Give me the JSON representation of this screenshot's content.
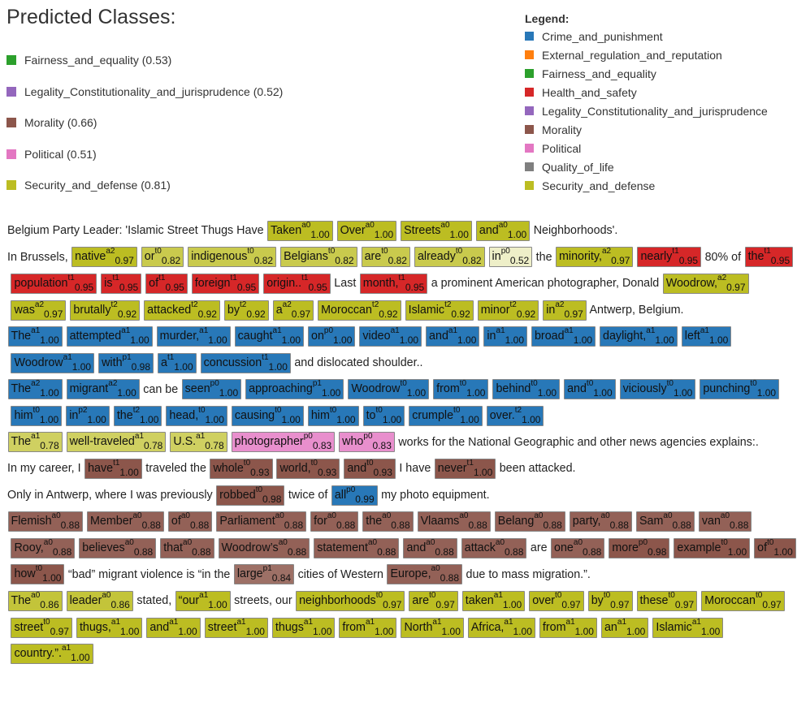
{
  "colors": {
    "Crime": "#2878b8",
    "External": "#ff7f0e",
    "Fairness": "#2ca02c",
    "Health": "#d62728",
    "Legality": "#9467bd",
    "Morality": "#8c564b",
    "Political": "#e377c2",
    "Quality": "#7f7f7f",
    "Security": "#bcbd22"
  },
  "predicted": {
    "title": "Predicted Classes:",
    "items": [
      {
        "label": "Fairness_and_equality (0.53)",
        "color": "#2ca02c"
      },
      {
        "label": "Legality_Constitutionality_and_jurisprudence (0.52)",
        "color": "#9467bd"
      },
      {
        "label": "Morality (0.66)",
        "color": "#8c564b"
      },
      {
        "label": "Political (0.51)",
        "color": "#e377c2"
      },
      {
        "label": "Security_and_defense (0.81)",
        "color": "#bcbd22"
      }
    ]
  },
  "legend": {
    "title": "Legend:",
    "items": [
      {
        "label": "Crime_and_punishment",
        "color": "#2878b8"
      },
      {
        "label": "External_regulation_and_reputation",
        "color": "#ff7f0e"
      },
      {
        "label": "Fairness_and_equality",
        "color": "#2ca02c"
      },
      {
        "label": "Health_and_safety",
        "color": "#d62728"
      },
      {
        "label": "Legality_Constitutionality_and_jurisprudence",
        "color": "#9467bd"
      },
      {
        "label": "Morality",
        "color": "#8c564b"
      },
      {
        "label": "Political",
        "color": "#e377c2"
      },
      {
        "label": "Quality_of_life",
        "color": "#7f7f7f"
      },
      {
        "label": "Security_and_defense",
        "color": "#bcbd22"
      }
    ]
  },
  "doc": [
    [
      "Belgium Party Leader: 'Islamic Street Thugs Have ",
      [
        "Taken",
        "a",
        "0",
        "1.00",
        "Security"
      ],
      " ",
      [
        "Over",
        "a",
        "0",
        "1.00",
        "Security"
      ],
      " ",
      [
        "Streets",
        "a",
        "0",
        "1.00",
        "Security"
      ],
      " ",
      [
        "and",
        "a",
        "0",
        "1.00",
        "Security"
      ],
      " Neighborhoods'."
    ],
    [
      "In Brussels, ",
      [
        "native",
        "a",
        "2",
        "0.97",
        "Security"
      ],
      " ",
      [
        "or",
        "t",
        "0",
        "0.82",
        "Security"
      ],
      " ",
      [
        "indigenous",
        "t",
        "0",
        "0.82",
        "Security"
      ],
      " ",
      [
        "Belgians",
        "t",
        "0",
        "0.82",
        "Security"
      ],
      " ",
      [
        "are",
        "t",
        "0",
        "0.82",
        "Security"
      ],
      " ",
      [
        "already",
        "t",
        "0",
        "0.82",
        "Security"
      ],
      " ",
      [
        "in",
        "p",
        "0",
        "0.52",
        "Security"
      ],
      " the ",
      [
        "minority,",
        "a",
        "2",
        "0.97",
        "Security"
      ],
      " ",
      [
        "nearly",
        "t",
        "1",
        "0.95",
        "Health"
      ],
      " 80% of ",
      [
        "the",
        "t",
        "1",
        "0.95",
        "Health"
      ],
      " ",
      [
        "population",
        "t",
        "1",
        "0.95",
        "Health"
      ],
      " ",
      [
        "is",
        "t",
        "1",
        "0.95",
        "Health"
      ],
      " ",
      [
        "of",
        "t",
        "1",
        "0.95",
        "Health"
      ],
      " ",
      [
        "foreign",
        "t",
        "1",
        "0.95",
        "Health"
      ],
      " ",
      [
        "origin..",
        "t",
        "1",
        "0.95",
        "Health"
      ],
      " Last ",
      [
        "month,",
        "t",
        "1",
        "0.95",
        "Health"
      ],
      " a prominent American photographer, Donald ",
      [
        "Woodrow,",
        "a",
        "2",
        "0.97",
        "Security"
      ],
      " ",
      [
        "was",
        "a",
        "2",
        "0.97",
        "Security"
      ],
      " ",
      [
        "brutally",
        "t",
        "2",
        "0.92",
        "Security"
      ],
      " ",
      [
        "attacked",
        "t",
        "2",
        "0.92",
        "Security"
      ],
      " ",
      [
        "by",
        "t",
        "2",
        "0.92",
        "Security"
      ],
      " ",
      [
        "a",
        "a",
        "2",
        "0.97",
        "Security"
      ],
      " ",
      [
        "Moroccan",
        "t",
        "2",
        "0.92",
        "Security"
      ],
      " ",
      [
        "Islamic",
        "t",
        "2",
        "0.92",
        "Security"
      ],
      " ",
      [
        "minor",
        "t",
        "2",
        "0.92",
        "Security"
      ],
      " ",
      [
        "in",
        "a",
        "2",
        "0.97",
        "Security"
      ],
      " Antwerp, Belgium."
    ],
    [
      [
        "The",
        "a",
        "1",
        "1.00",
        "Crime"
      ],
      " ",
      [
        "attempted",
        "a",
        "1",
        "1.00",
        "Crime"
      ],
      " ",
      [
        "murder,",
        "a",
        "1",
        "1.00",
        "Crime"
      ],
      " ",
      [
        "caught",
        "a",
        "1",
        "1.00",
        "Crime"
      ],
      " ",
      [
        "on",
        "p",
        "0",
        "1.00",
        "Crime"
      ],
      " ",
      [
        "video",
        "a",
        "1",
        "1.00",
        "Crime"
      ],
      " ",
      [
        "and",
        "a",
        "1",
        "1.00",
        "Crime"
      ],
      " ",
      [
        "in",
        "a",
        "1",
        "1.00",
        "Crime"
      ],
      " ",
      [
        "broad",
        "a",
        "1",
        "1.00",
        "Crime"
      ],
      " ",
      [
        "daylight,",
        "a",
        "1",
        "1.00",
        "Crime"
      ],
      " ",
      [
        "left",
        "a",
        "1",
        "1.00",
        "Crime"
      ],
      " ",
      [
        "Woodrow",
        "a",
        "1",
        "1.00",
        "Crime"
      ],
      " ",
      [
        "with",
        "p",
        "1",
        "0.98",
        "Crime"
      ],
      " ",
      [
        "a",
        "t",
        "1",
        "1.00",
        "Crime"
      ],
      " ",
      [
        "concussion",
        "t",
        "1",
        "1.00",
        "Crime"
      ],
      " and dislocated shoulder.."
    ],
    [
      [
        "The",
        "a",
        "2",
        "1.00",
        "Crime"
      ],
      " ",
      [
        "migrant",
        "a",
        "2",
        "1.00",
        "Crime"
      ],
      " can be ",
      [
        "seen",
        "p",
        "0",
        "1.00",
        "Crime"
      ],
      " ",
      [
        "approaching",
        "p",
        "1",
        "1.00",
        "Crime"
      ],
      " ",
      [
        "Woodrow",
        "t",
        "0",
        "1.00",
        "Crime"
      ],
      " ",
      [
        "from",
        "t",
        "0",
        "1.00",
        "Crime"
      ],
      " ",
      [
        "behind",
        "t",
        "0",
        "1.00",
        "Crime"
      ],
      " ",
      [
        "and",
        "t",
        "0",
        "1.00",
        "Crime"
      ],
      " ",
      [
        "viciously",
        "t",
        "0",
        "1.00",
        "Crime"
      ],
      " ",
      [
        "punching",
        "t",
        "0",
        "1.00",
        "Crime"
      ],
      " ",
      [
        "him",
        "t",
        "0",
        "1.00",
        "Crime"
      ],
      " ",
      [
        "in",
        "p",
        "2",
        "1.00",
        "Crime"
      ],
      " ",
      [
        "the",
        "t",
        "2",
        "1.00",
        "Crime"
      ],
      " ",
      [
        "head,",
        "t",
        "0",
        "1.00",
        "Crime"
      ],
      " ",
      [
        "causing",
        "t",
        "0",
        "1.00",
        "Crime"
      ],
      " ",
      [
        "him",
        "t",
        "0",
        "1.00",
        "Crime"
      ],
      " ",
      [
        "to",
        "t",
        "0",
        "1.00",
        "Crime"
      ],
      " ",
      [
        "crumple",
        "t",
        "0",
        "1.00",
        "Crime"
      ],
      " ",
      [
        "over.",
        "t",
        "2",
        "1.00",
        "Crime"
      ]
    ],
    [
      [
        "The",
        "a",
        "1",
        "0.78",
        "Security"
      ],
      " ",
      [
        "well-traveled",
        "a",
        "1",
        "0.78",
        "Security"
      ],
      " ",
      [
        "U.S.",
        "a",
        "1",
        "0.78",
        "Security"
      ],
      " ",
      [
        "photographer",
        "p",
        "0",
        "0.83",
        "Political"
      ],
      " ",
      [
        "who",
        "p",
        "0",
        "0.83",
        "Political"
      ],
      " works for the National Geographic and other news agencies explains:."
    ],
    [
      "In my career, I ",
      [
        "have",
        "t",
        "1",
        "1.00",
        "Morality"
      ],
      " traveled the ",
      [
        "whole",
        "t",
        "0",
        "0.93",
        "Morality"
      ],
      " ",
      [
        "world,",
        "t",
        "0",
        "0.93",
        "Morality"
      ],
      " ",
      [
        "and",
        "t",
        "0",
        "0.93",
        "Morality"
      ],
      " I have ",
      [
        "never",
        "t",
        "1",
        "1.00",
        "Morality"
      ],
      " been attacked."
    ],
    [
      "Only in Antwerp, where I was previously ",
      [
        "robbed",
        "t",
        "0",
        "0.98",
        "Morality"
      ],
      " twice of ",
      [
        "all",
        "p",
        "0",
        "0.99",
        "Crime"
      ],
      " my photo equipment."
    ],
    [
      [
        "Flemish",
        "a",
        "0",
        "0.88",
        "Morality"
      ],
      " ",
      [
        "Member",
        "a",
        "0",
        "0.88",
        "Morality"
      ],
      " ",
      [
        "of",
        "a",
        "0",
        "0.88",
        "Morality"
      ],
      " ",
      [
        "Parliament",
        "a",
        "0",
        "0.88",
        "Morality"
      ],
      " ",
      [
        "for",
        "a",
        "0",
        "0.88",
        "Morality"
      ],
      " ",
      [
        "the",
        "a",
        "0",
        "0.88",
        "Morality"
      ],
      " ",
      [
        "Vlaams",
        "a",
        "0",
        "0.88",
        "Morality"
      ],
      " ",
      [
        "Belang",
        "a",
        "0",
        "0.88",
        "Morality"
      ],
      " ",
      [
        "party,",
        "a",
        "0",
        "0.88",
        "Morality"
      ],
      " ",
      [
        "Sam",
        "a",
        "0",
        "0.88",
        "Morality"
      ],
      " ",
      [
        "van",
        "a",
        "0",
        "0.88",
        "Morality"
      ],
      " ",
      [
        "Rooy,",
        "a",
        "0",
        "0.88",
        "Morality"
      ],
      " ",
      [
        "believes",
        "a",
        "0",
        "0.88",
        "Morality"
      ],
      " ",
      [
        "that",
        "a",
        "0",
        "0.88",
        "Morality"
      ],
      " ",
      [
        "Woodrow’s",
        "a",
        "0",
        "0.88",
        "Morality"
      ],
      " ",
      [
        "statement",
        "a",
        "0",
        "0.88",
        "Morality"
      ],
      " ",
      [
        "and",
        "a",
        "0",
        "0.88",
        "Morality"
      ],
      " ",
      [
        "attack",
        "a",
        "0",
        "0.88",
        "Morality"
      ],
      " are ",
      [
        "one",
        "a",
        "0",
        "0.88",
        "Morality"
      ],
      " ",
      [
        "more",
        "p",
        "0",
        "0.98",
        "Morality"
      ],
      " ",
      [
        "example",
        "t",
        "0",
        "1.00",
        "Morality"
      ],
      " ",
      [
        "of",
        "t",
        "0",
        "1.00",
        "Morality"
      ],
      " ",
      [
        "how",
        "t",
        "0",
        "1.00",
        "Morality"
      ],
      " “bad” migrant violence is “in the ",
      [
        "large",
        "p",
        "1",
        "0.84",
        "Morality"
      ],
      " cities of Western ",
      [
        "Europe,",
        "a",
        "0",
        "0.88",
        "Morality"
      ],
      " due to mass migration.”."
    ],
    [
      [
        "The",
        "a",
        "0",
        "0.86",
        "Security"
      ],
      " ",
      [
        "leader",
        "a",
        "0",
        "0.86",
        "Security"
      ],
      " stated, ",
      [
        "“our",
        "a",
        "1",
        "1.00",
        "Security"
      ],
      " streets, our ",
      [
        "neighborhoods",
        "t",
        "0",
        "0.97",
        "Security"
      ],
      " ",
      [
        "are",
        "t",
        "0",
        "0.97",
        "Security"
      ],
      " ",
      [
        "taken",
        "a",
        "1",
        "1.00",
        "Security"
      ],
      " ",
      [
        "over",
        "t",
        "0",
        "0.97",
        "Security"
      ],
      " ",
      [
        "by",
        "t",
        "0",
        "0.97",
        "Security"
      ],
      " ",
      [
        "these",
        "t",
        "0",
        "0.97",
        "Security"
      ],
      " ",
      [
        "Moroccan",
        "t",
        "0",
        "0.97",
        "Security"
      ],
      " ",
      [
        "street",
        "t",
        "0",
        "0.97",
        "Security"
      ],
      " ",
      [
        "thugs,",
        "a",
        "1",
        "1.00",
        "Security"
      ],
      " ",
      [
        "and",
        "a",
        "1",
        "1.00",
        "Security"
      ],
      " ",
      [
        "street",
        "a",
        "1",
        "1.00",
        "Security"
      ],
      " ",
      [
        "thugs",
        "a",
        "1",
        "1.00",
        "Security"
      ],
      " ",
      [
        "from",
        "a",
        "1",
        "1.00",
        "Security"
      ],
      " ",
      [
        "North",
        "a",
        "1",
        "1.00",
        "Security"
      ],
      " ",
      [
        "Africa,",
        "a",
        "1",
        "1.00",
        "Security"
      ],
      " ",
      [
        "from",
        "a",
        "1",
        "1.00",
        "Security"
      ],
      " ",
      [
        "an",
        "a",
        "1",
        "1.00",
        "Security"
      ],
      " ",
      [
        "Islamic",
        "a",
        "1",
        "1.00",
        "Security"
      ],
      " ",
      [
        "country.”.",
        "a",
        "1",
        "1.00",
        "Security"
      ]
    ]
  ]
}
